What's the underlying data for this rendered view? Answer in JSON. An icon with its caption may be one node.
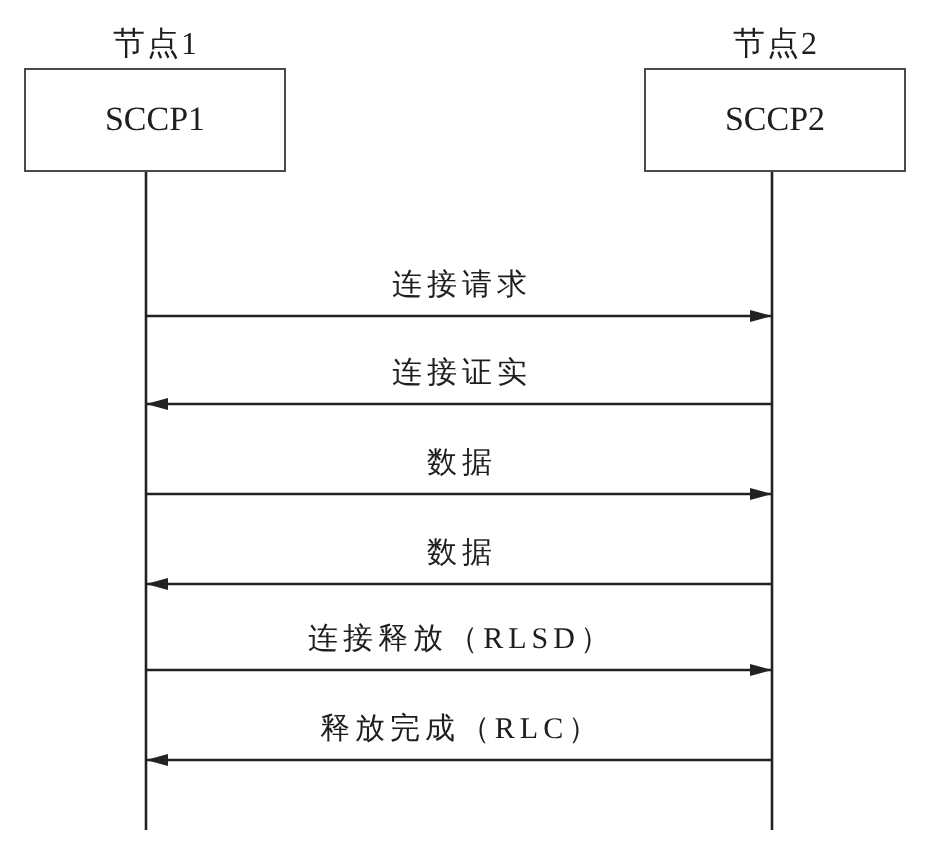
{
  "diagram": {
    "nodes": [
      {
        "text": [
          "节点1",
          "SCCP1"
        ]
      },
      {
        "text": [
          "节点2",
          "SCCP2"
        ]
      }
    ],
    "edges": [
      {
        "from": 0,
        "to": 1,
        "arrow": "to",
        "label": "连接请求"
      },
      {
        "from": 1,
        "to": 0,
        "arrow": "to",
        "label": "连接证实"
      },
      {
        "from": 0,
        "to": 1,
        "arrow": "to",
        "label": "数据"
      },
      {
        "from": 1,
        "to": 0,
        "arrow": "to",
        "label": "数据"
      },
      {
        "from": 0,
        "to": 1,
        "arrow": "to",
        "label": "连接释放（RLSD）"
      },
      {
        "from": 1,
        "to": 0,
        "arrow": "to",
        "label": "释放完成（RLC）"
      }
    ]
  }
}
